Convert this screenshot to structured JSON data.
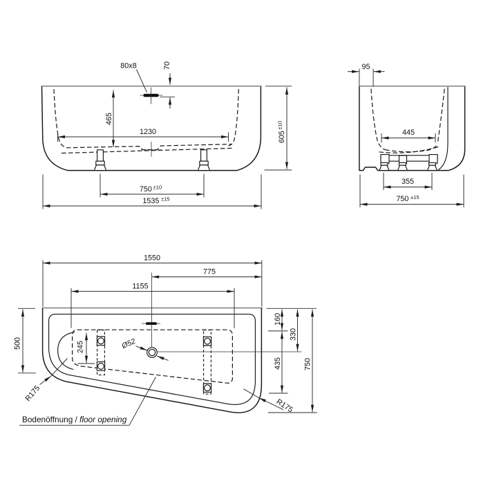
{
  "front_view": {
    "overflow_size": "80x8",
    "overflow_drop": "70",
    "inner_depth": "465",
    "inner_bottom_width": "1230",
    "foot_spacing": "750",
    "foot_spacing_tol": "±10",
    "overall_width": "1535",
    "overall_width_tol": "±15",
    "overall_height": "605",
    "overall_height_tol": "±10"
  },
  "side_view": {
    "rim_ledge": "95",
    "inner_bottom_width": "445",
    "foot_spacing": "355",
    "overall_depth": "750",
    "overall_depth_tol": "±15"
  },
  "plan_view": {
    "overall_length": "1550",
    "drain_to_right_edge": "775",
    "floor_opening_length": "1155",
    "left_side_depth": "500",
    "rail_top_offset": "245",
    "drain_diameter": "Ø52",
    "edge_to_rail": "160",
    "edge_to_drain": "330",
    "rail_length": "435",
    "overall_depth": "750",
    "corner_radius_left": "R175",
    "corner_radius_right": "R175",
    "floor_opening_de": "Bodenöffnung / ",
    "floor_opening_en": "floor opening"
  }
}
